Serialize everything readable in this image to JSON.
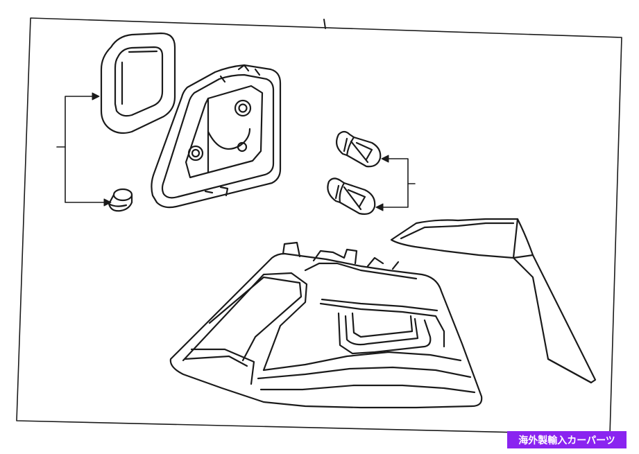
{
  "diagram": {
    "parts": [
      "gasket",
      "bulb-socket",
      "socket-plate",
      "bulb-upper",
      "bulb-lower",
      "tail-lamp-assembly",
      "trim-strip"
    ]
  },
  "watermark": {
    "text": "海外製輸入カーパーツ",
    "background": "#8a24f0",
    "color": "#ffffff"
  },
  "colors": {
    "line": "#1a1a1a",
    "paper": "#ffffff"
  }
}
